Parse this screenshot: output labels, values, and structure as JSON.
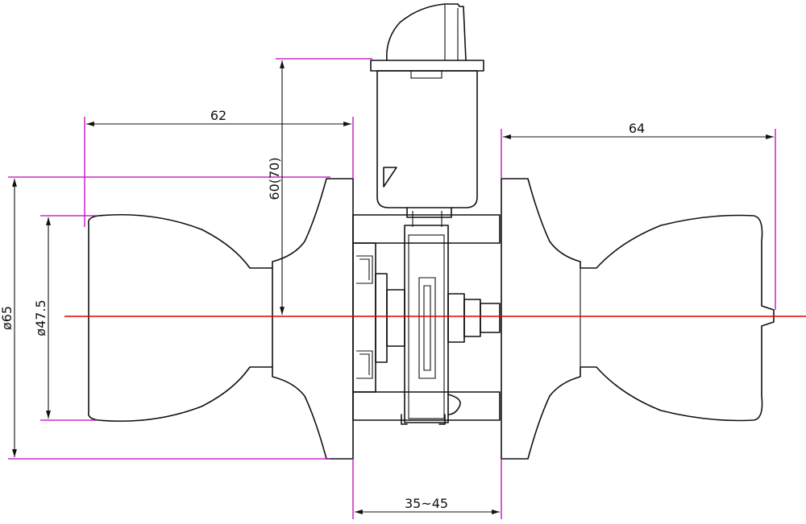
{
  "dimensions": {
    "left_knob_length": "62",
    "right_knob_length": "64",
    "rose_diameter": "ø65",
    "knob_diameter": "ø47.5",
    "spindle_height": "60(70)",
    "door_thickness": "35~45"
  },
  "colors": {
    "extension_line": "#c000c0",
    "center_line": "#e00000",
    "outline": "#111111"
  }
}
